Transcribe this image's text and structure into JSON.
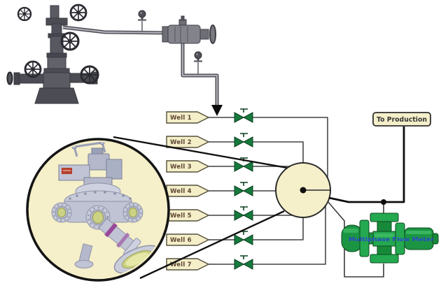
{
  "wells": [
    {
      "label": "Well 1"
    },
    {
      "label": "Well 2"
    },
    {
      "label": "Well 3"
    },
    {
      "label": "Well 4"
    },
    {
      "label": "Well 5"
    },
    {
      "label": "Well 6"
    },
    {
      "label": "Well 7"
    }
  ],
  "production": {
    "label": "To Production"
  },
  "meter": {
    "label": "Multiphase Flow Meter",
    "body_color": "#1b9543",
    "label_color": "#2b49c9"
  },
  "colors": {
    "tag_fill": "#f4eec9",
    "manifold_fill": "#f5efca",
    "inset_fill": "#f5efca",
    "valve_green": "#167a3c",
    "process_line": "#5c5c60",
    "callout_line": "#111111"
  }
}
